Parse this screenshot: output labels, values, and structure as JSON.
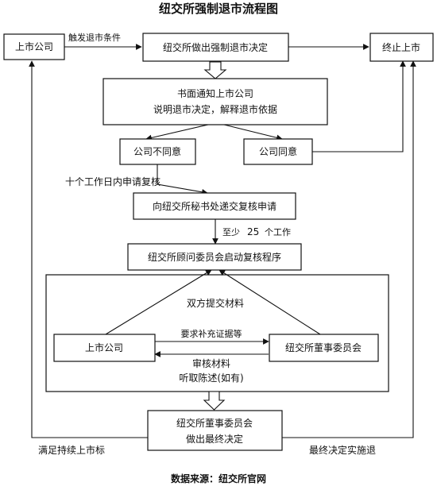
{
  "title": "纽交所强制退市流程图",
  "nodes": {
    "listed_company_top": "上市公司",
    "nyse_decision": "纽交所做出强制退市决定",
    "terminate_listing": "终止上市",
    "notice_line1": "书面通知上市公司",
    "notice_line2": "说明退市决定，解释退市依据",
    "company_disagree": "公司不同意",
    "company_agree": "公司同意",
    "submit_review": "向纽交所秘书处递交复核申请",
    "committee_start": "纽交所顾问委员会启动复核程序",
    "listed_company_inner": "上市公司",
    "board_committee": "纽交所董事委员会",
    "final_line1": "纽交所董事委员会",
    "final_line2": "做出最终决定"
  },
  "labels": {
    "trigger": "触发退市条件",
    "ten_days": "十个工作日内申请复核",
    "at_least": "至少",
    "days_num": "25",
    "days_unit": "个工作",
    "both_submit": "双方提交材料",
    "request_evidence": "要求补充证据等",
    "review_material": "审核材料",
    "hearing": "听取陈述(如有)",
    "satisfy": "满足持续上市标",
    "final_exec": "最终决定实施退"
  },
  "source": "数据来源：纽交所官网"
}
